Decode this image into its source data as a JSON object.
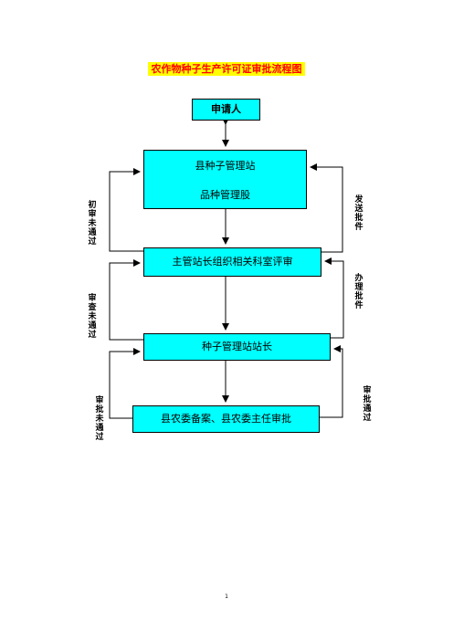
{
  "title": "农作物种子生产许可证审批流程图",
  "nodes": {
    "applicant": "申请人",
    "county_station_line1": "县种子管理站",
    "county_station_line2": "品种管理股",
    "review": "主管站长组织相关科室评审",
    "director": "种子管理站站长",
    "committee": "县农委备案、县农委主任审批"
  },
  "edge_labels": {
    "initial_review_failed": "初审未通过",
    "review_failed": "审查未通过",
    "approval_failed": "审批未通过",
    "send_approval": "发送批件",
    "process_approval": "办理批件",
    "approval_passed": "审批通过"
  },
  "footer": {
    "page_number": "1"
  },
  "colors": {
    "box_fill": "#00ffff",
    "title_bg": "#ffff00",
    "title_text": "#ff0000"
  }
}
